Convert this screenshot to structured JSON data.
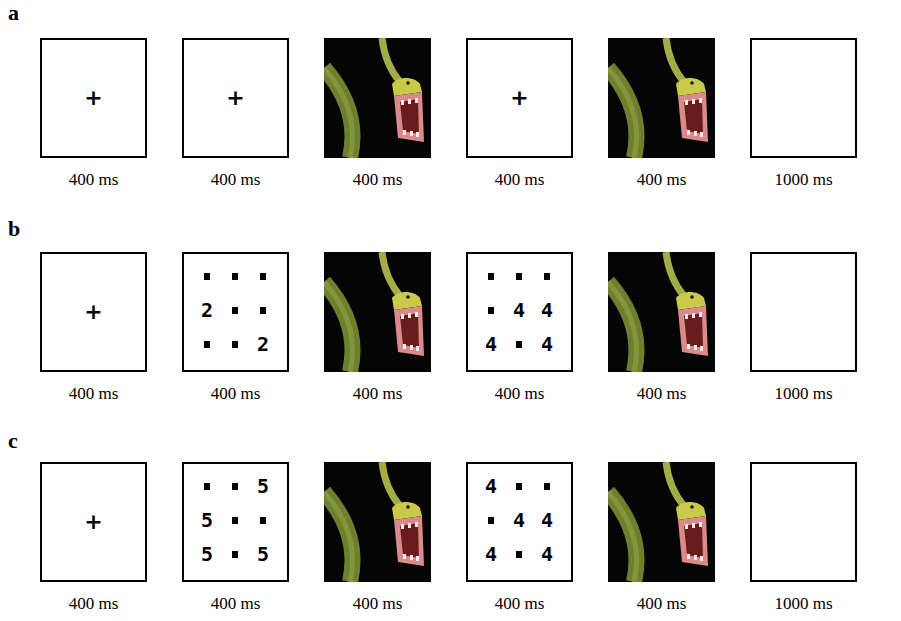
{
  "diagram": {
    "nodes": [
      {
        "text": [
          "+",
          "400 ms"
        ]
      },
      {
        "text": [
          "+",
          "400 ms"
        ]
      },
      {
        "text": [
          "400 ms"
        ]
      },
      {
        "text": [
          "+",
          "400 ms"
        ]
      },
      {
        "text": [
          "400 ms"
        ]
      },
      {
        "text": [
          "1000 ms"
        ]
      },
      {
        "text": [
          "+",
          "400 ms"
        ]
      },
      {
        "text": [
          "2",
          "2",
          "400 ms"
        ]
      },
      {
        "text": [
          "400 ms"
        ]
      },
      {
        "text": [
          "4",
          "4",
          "4",
          "4",
          "400 ms"
        ]
      },
      {
        "text": [
          "400 ms"
        ]
      },
      {
        "text": [
          "1000 ms"
        ]
      },
      {
        "text": [
          "+",
          "400 ms"
        ]
      },
      {
        "text": [
          "5",
          "5",
          "5",
          "5",
          "400 ms"
        ]
      },
      {
        "text": [
          "400 ms"
        ]
      },
      {
        "text": [
          "4",
          "4",
          "4",
          "4",
          "4",
          "400 ms"
        ]
      },
      {
        "text": [
          "400 ms"
        ]
      },
      {
        "text": [
          "1000 ms"
        ]
      }
    ],
    "labels": [
      "a",
      "b",
      "c"
    ]
  }
}
